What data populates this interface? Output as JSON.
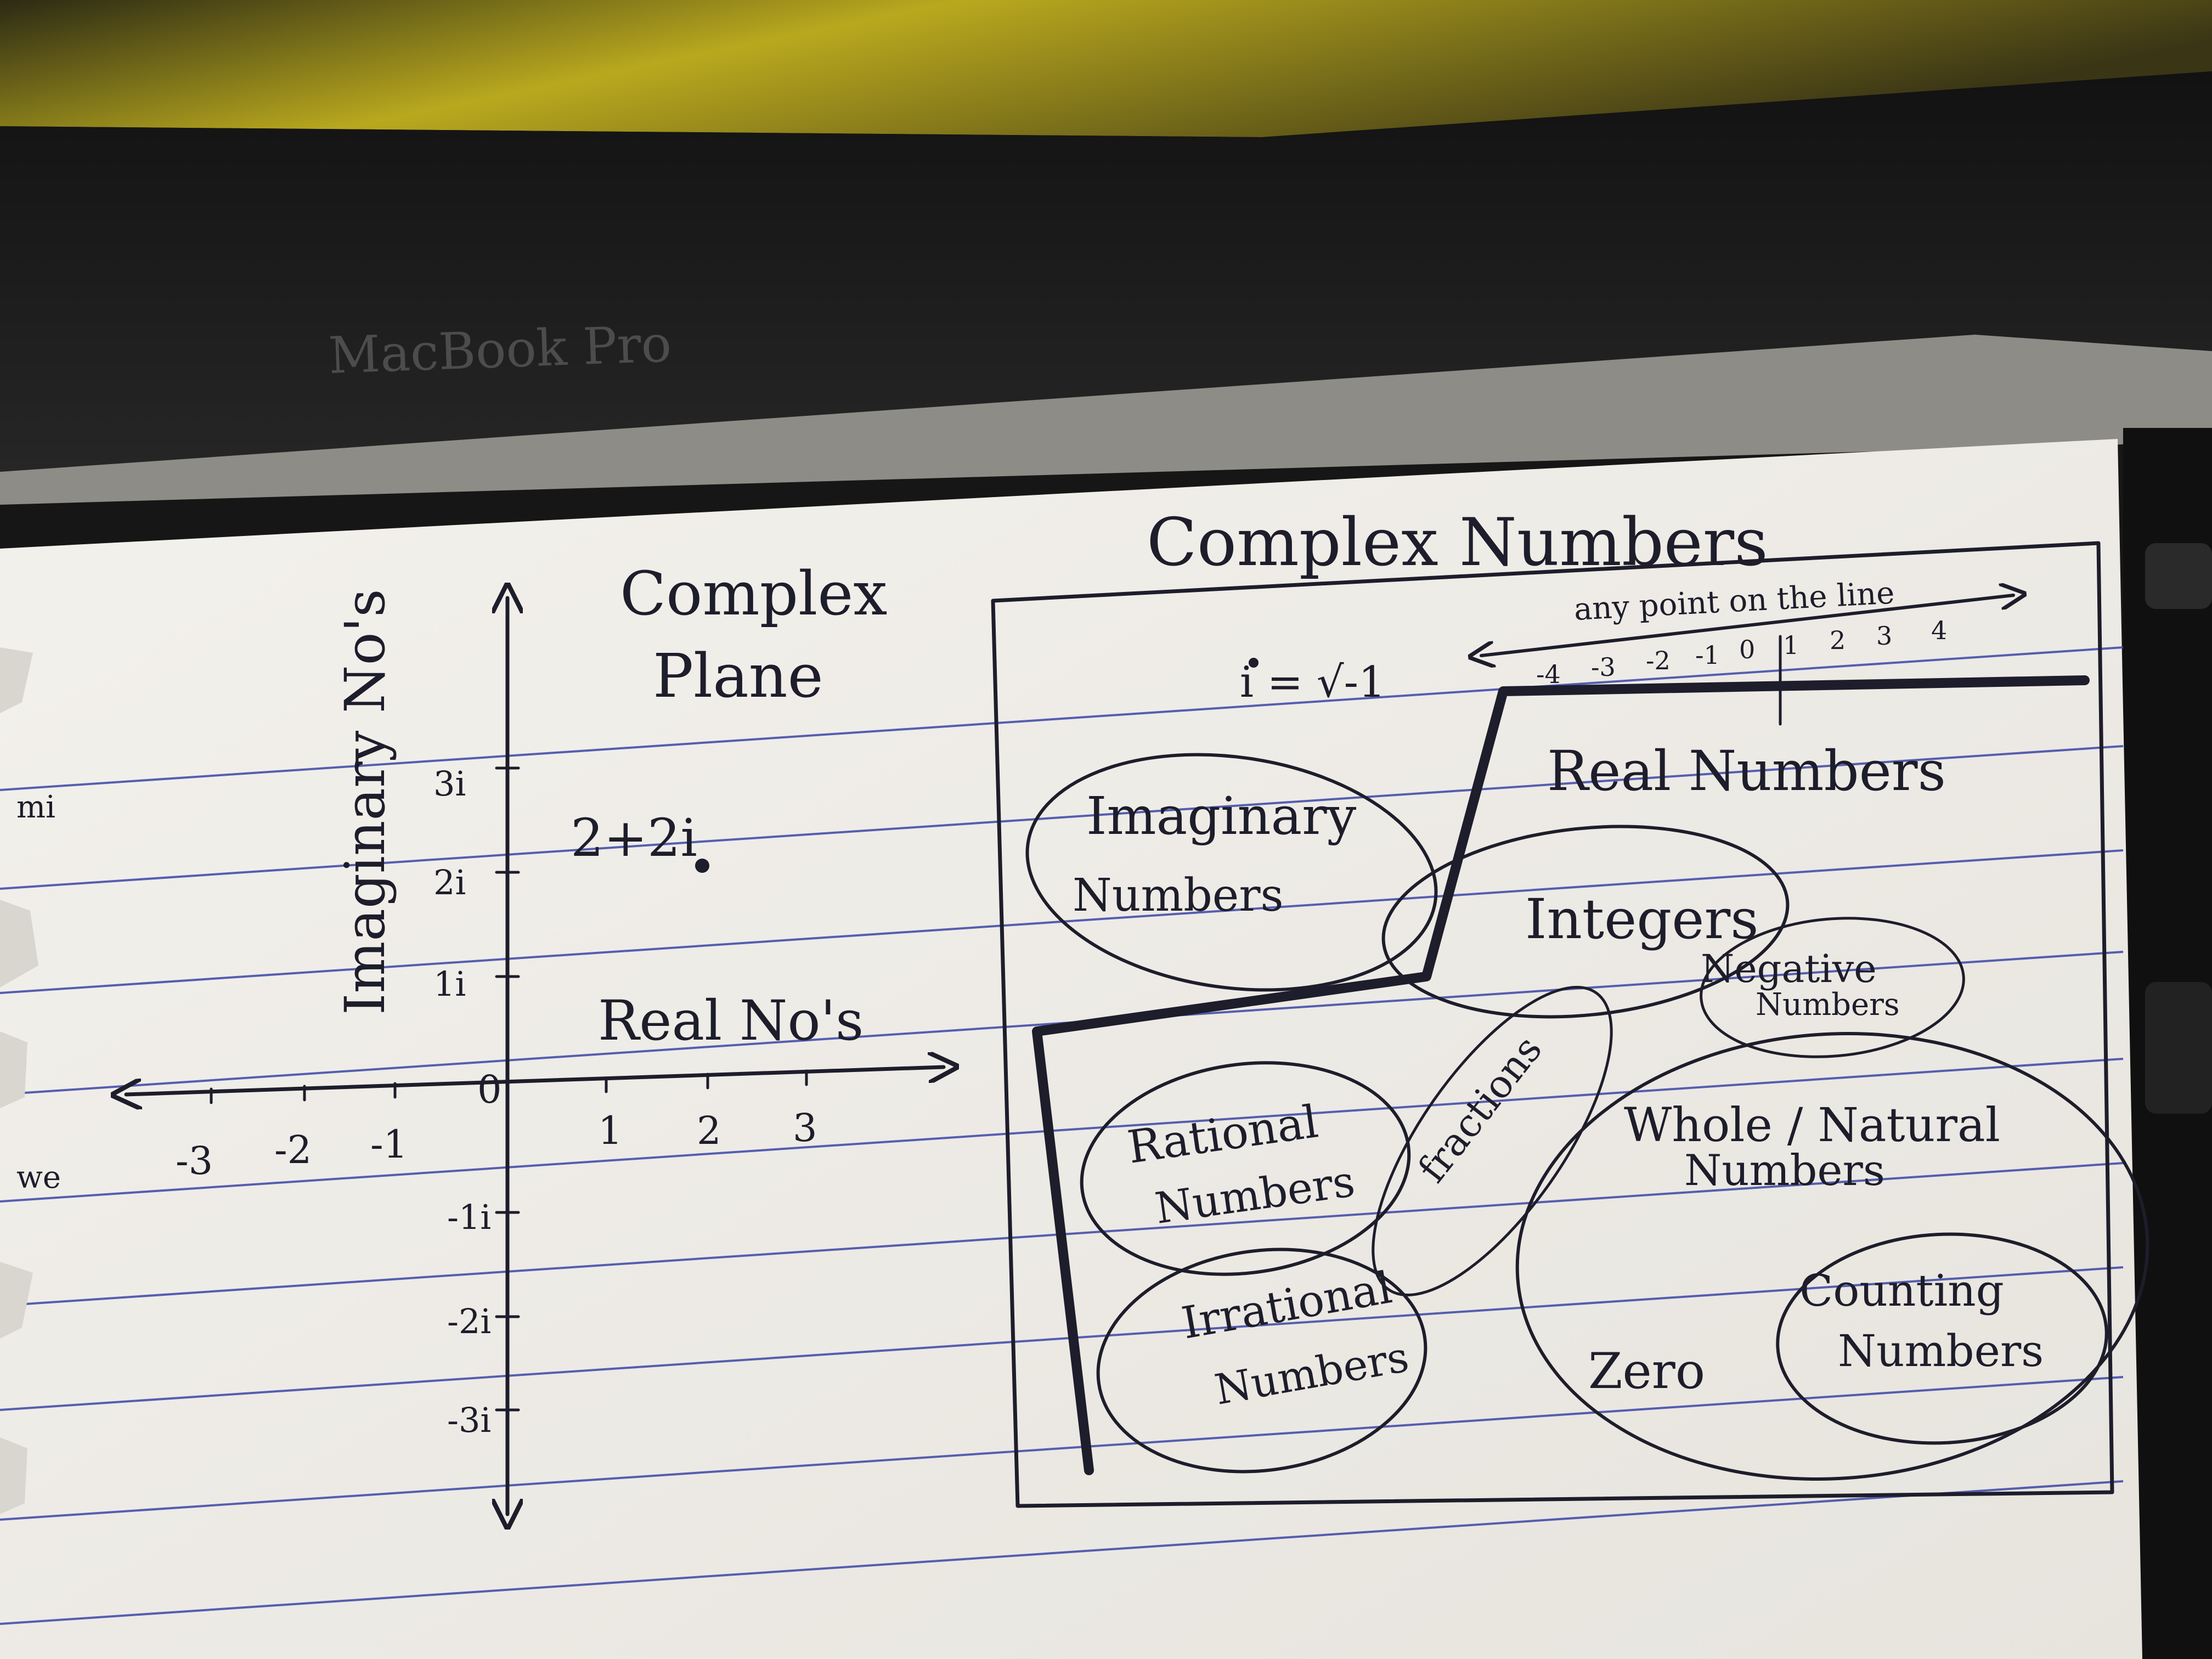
{
  "laptop": {
    "brand_text": "MacBook Pro"
  },
  "margin_scraps": [
    "mi",
    "we"
  ],
  "complex_plane": {
    "title_line1": "Complex",
    "title_line2": "Plane",
    "real_axis_label": "Real No's",
    "imaginary_axis_label": "Imaginary No's",
    "real_ticks": [
      "-3",
      "-2",
      "-1",
      "1",
      "2",
      "3"
    ],
    "imaginary_ticks": [
      "3i",
      "2i",
      "1i",
      "-1i",
      "-2i",
      "-3i"
    ],
    "origin_label": "0",
    "point": {
      "label": "2+2i",
      "re": 2,
      "im": 2
    }
  },
  "complex_numbers": {
    "title": "Complex Numbers",
    "i_definition": "i = √-1",
    "number_line_caption": "any point on the line",
    "number_line_ticks": [
      "-4",
      "-3",
      "-2",
      "-1",
      "0",
      "1",
      "2",
      "3",
      "4"
    ],
    "real_numbers": "Real Numbers",
    "imaginary": [
      "Imaginary",
      "Numbers"
    ],
    "integers": "Integers",
    "negative": [
      "Negative",
      "Numbers"
    ],
    "fractions": "fractions",
    "rational": [
      "Rational",
      "Numbers"
    ],
    "irrational": [
      "Irrational",
      "Numbers"
    ],
    "whole": [
      "Whole / Natural",
      "Numbers"
    ],
    "zero": "Zero",
    "counting": [
      "Counting",
      "Numbers"
    ]
  }
}
